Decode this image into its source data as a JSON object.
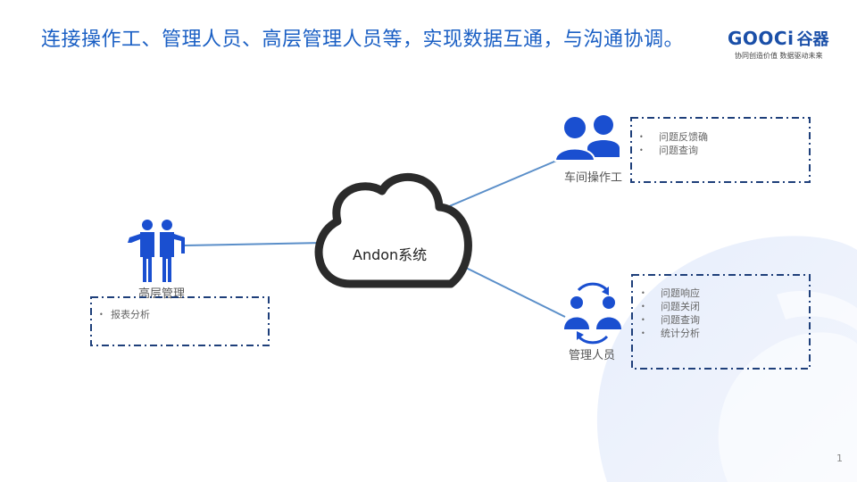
{
  "header": {
    "title": "连接操作工、管理人员、高层管理人员等，实现数据互通，与沟通协调。",
    "logo_text": "GOOCi",
    "logo_cn": "谷器",
    "logo_slogan": "协同创造价值 数据驱动未来"
  },
  "diagram": {
    "center_label": "Andon系统",
    "nodes": [
      {
        "label": "车间操作工",
        "items": [
          "问题反馈确",
          "问题查询"
        ]
      },
      {
        "label": "高层管理",
        "items": [
          "报表分析"
        ]
      },
      {
        "label": "管理人员",
        "items": [
          "问题响应",
          "问题关闭",
          "问题查询",
          "统计分析"
        ]
      }
    ]
  },
  "footer": {
    "page_number": "1"
  },
  "colors": {
    "accent": "#1a5fc4",
    "icon": "#1a4fd0",
    "line": "#5b8fc9",
    "box_border": "#1e3f7a"
  }
}
